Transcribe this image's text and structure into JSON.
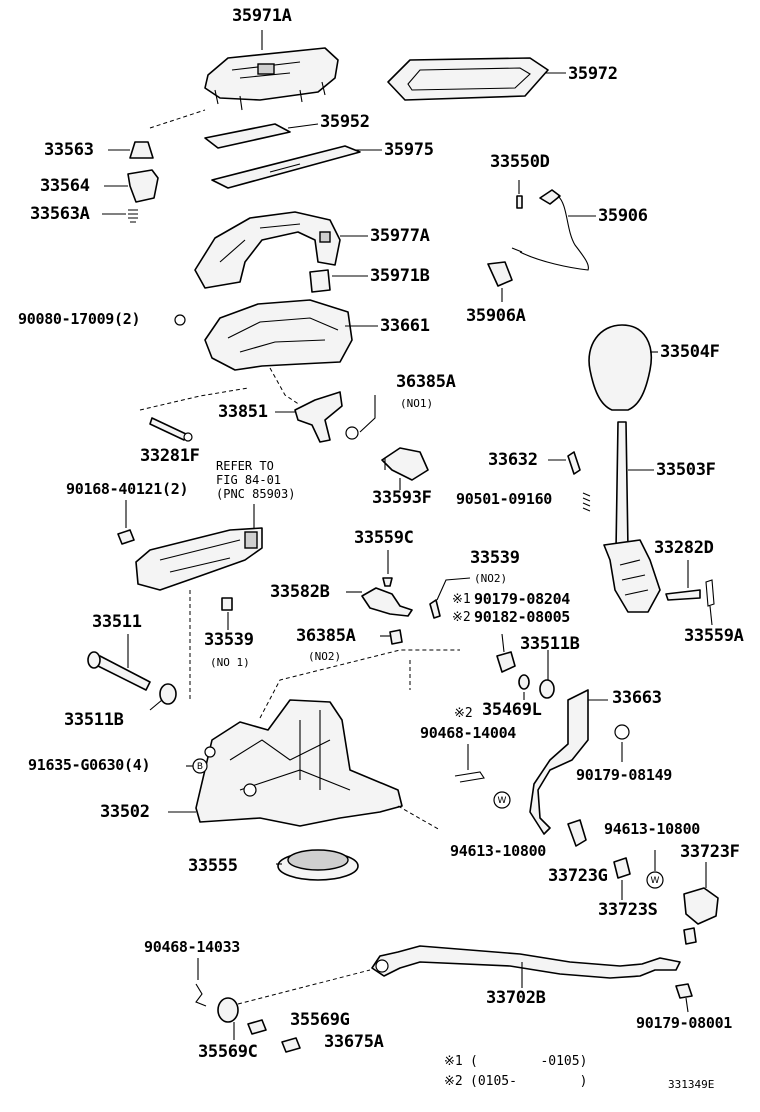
{
  "parts": {
    "p35971A": "35971A",
    "p35972": "35972",
    "p35952": "35952",
    "p33563": "33563",
    "p35975": "35975",
    "p33564": "33564",
    "p33563A": "33563A",
    "p33550D": "33550D",
    "p35906": "35906",
    "p35977A": "35977A",
    "p35971B": "35971B",
    "p90080": "90080-17009(2)",
    "p33661": "33661",
    "p35906A": "35906A",
    "p33504F": "33504F",
    "p36385A": "36385A",
    "p36385A_note": "(NO1)",
    "p33851": "33851",
    "p33281F": "33281F",
    "p33632": "33632",
    "p33503F": "33503F",
    "p33593F": "33593F",
    "p90168": "90168-40121(2)",
    "p90501": "90501-09160",
    "p33559C": "33559C",
    "p33539a": "33539",
    "p33539a_note": "(NO2)",
    "p33282D": "33282D",
    "p33582B": "33582B",
    "p90179_08204": "90179-08204",
    "p90182_08005": "90182-08005",
    "p33559A": "33559A",
    "p33511": "33511",
    "p33539b": "33539",
    "p33539b_note": "(NO 1)",
    "p36385A2": "36385A",
    "p36385A2_note": "(NO2)",
    "p33511B_r": "33511B",
    "p33663": "33663",
    "p33511B_l": "33511B",
    "p35469L": "35469L",
    "p90468_14004": "90468-14004",
    "p91635": "91635-G0630(4)",
    "p90179_08149": "90179-08149",
    "p33502": "33502",
    "p94613_a": "94613-10800",
    "p94613_b": "94613-10800",
    "p33723F": "33723F",
    "p33555": "33555",
    "p33723G": "33723G",
    "p33723S": "33723S",
    "p90468_14033": "90468-14033",
    "p33702B": "33702B",
    "p35569G": "35569G",
    "p90179_08001": "90179-08001",
    "p35569C": "35569C",
    "p33675A": "33675A"
  },
  "marks": {
    "note1": "※1",
    "note2": "※2",
    "circle_b": "B",
    "circle_w": "W"
  },
  "reference": {
    "line1": "REFER TO",
    "line2": "FIG 84-01",
    "line3": "(PNC 85903)"
  },
  "footnotes": {
    "f1_mark": "※1",
    "f1_text": "(        -0105)",
    "f2_mark": "※2",
    "f2_text": "(0105-        )"
  },
  "figure_id": "331349E"
}
